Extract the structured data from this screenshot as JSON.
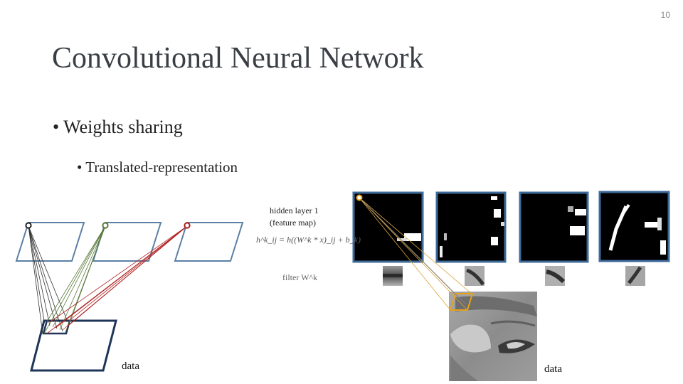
{
  "slide": {
    "number": "10",
    "title": "Convolutional Neural Network",
    "bullets": [
      {
        "level": 1,
        "text": "Weights sharing"
      },
      {
        "level": 2,
        "text": "Translated-representation"
      }
    ]
  },
  "diagram_left": {
    "layer_colors": [
      "#222222",
      "#5a7a3a",
      "#b02020"
    ],
    "panel_color": "#5b7fa6",
    "input_color": "#1f3558",
    "data_label": "data"
  },
  "diagram_right": {
    "hidden_layer_label_line1": "hidden layer 1",
    "hidden_layer_label_line2": "(feature map)",
    "formula": "h^k_ij = h((W^k * x)_ij + b_k)",
    "filter_label": "filter W^k",
    "feature_map_border": "#3e6a9a",
    "patch_color": "#e6a11a",
    "data_label": "data"
  }
}
